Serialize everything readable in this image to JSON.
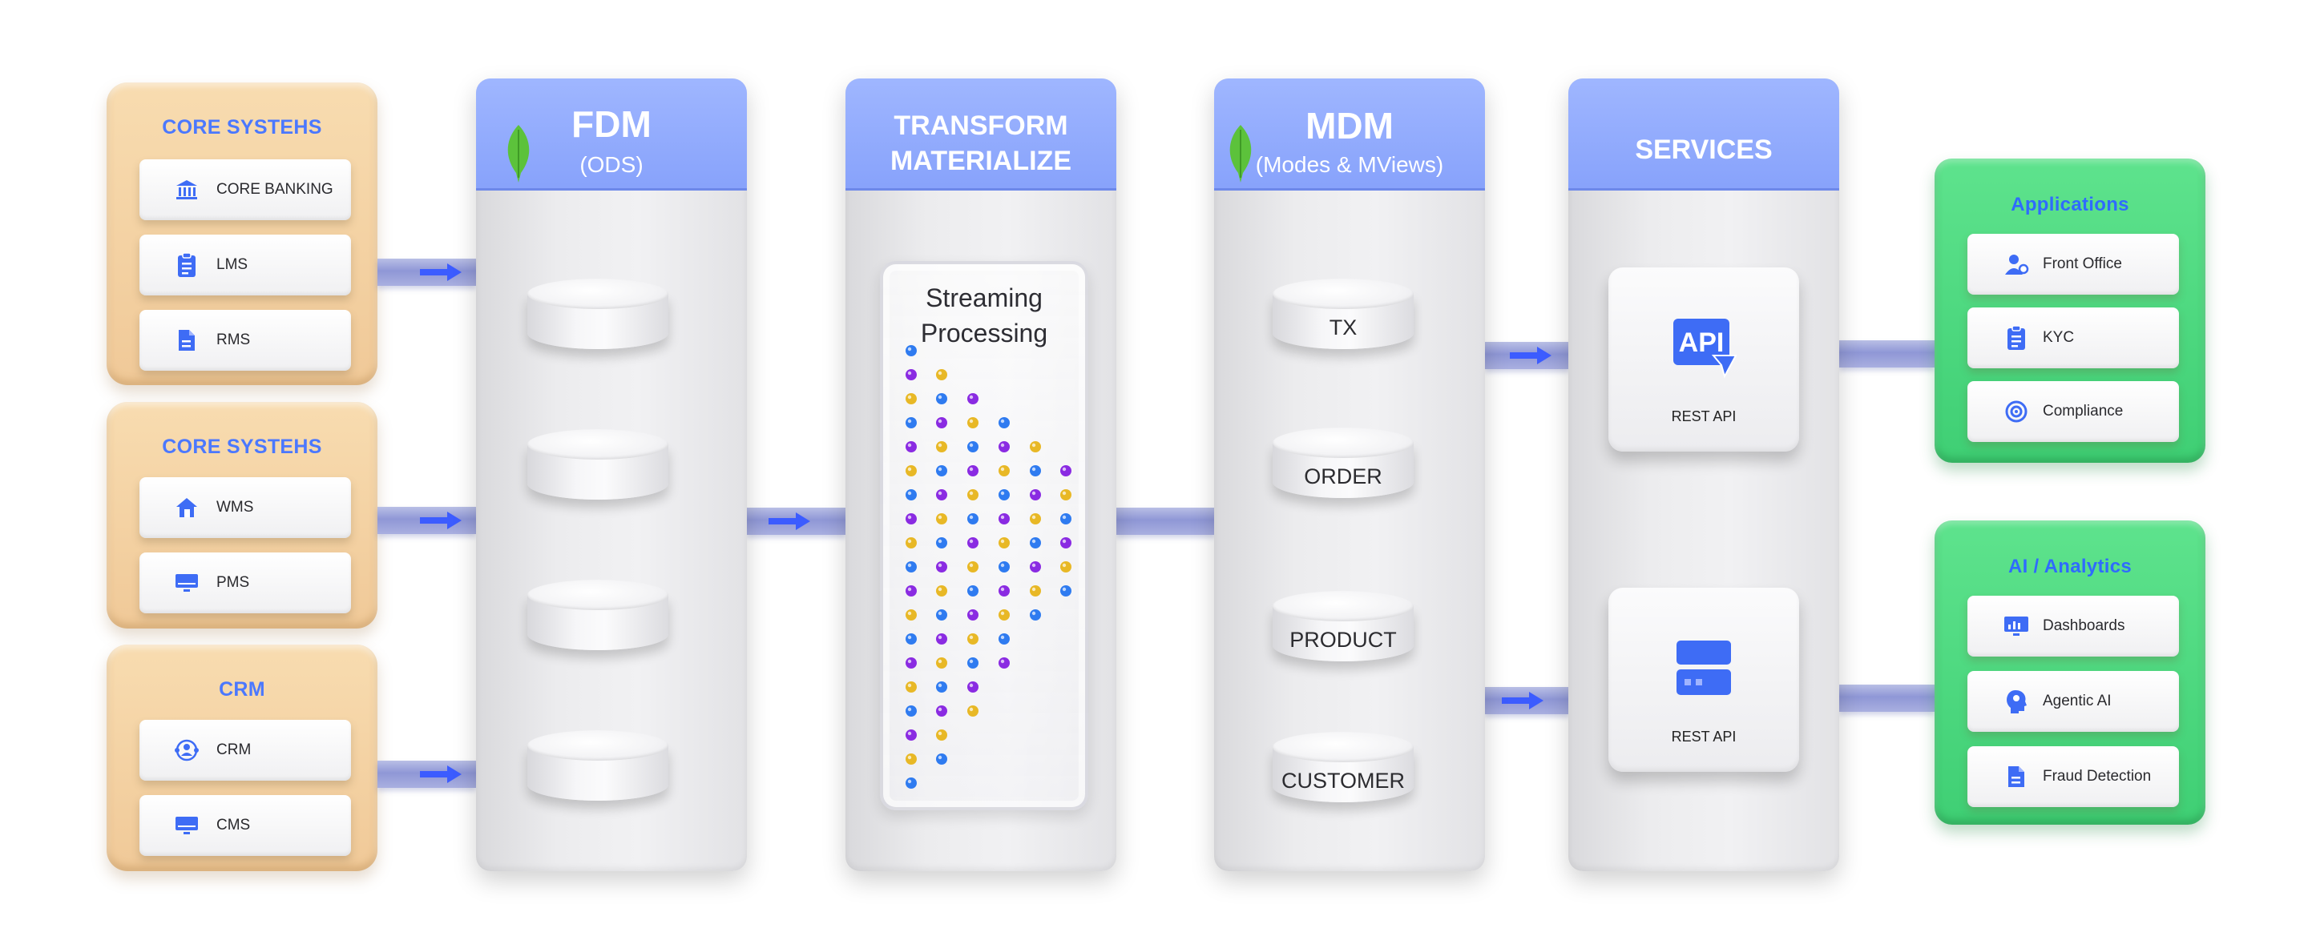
{
  "sources": [
    {
      "title": "CORE SYSTEHS",
      "items": [
        {
          "label": "CORE BANKING",
          "icon": "bank-icon"
        },
        {
          "label": "LMS",
          "icon": "clipboard-icon"
        },
        {
          "label": "RMS",
          "icon": "document-icon"
        }
      ]
    },
    {
      "title": "CORE SYSTEHS",
      "items": [
        {
          "label": "WMS",
          "icon": "home-icon"
        },
        {
          "label": "PMS",
          "icon": "monitor-icon"
        }
      ]
    },
    {
      "title": "CRM",
      "items": [
        {
          "label": "CRM",
          "icon": "user-network-icon"
        },
        {
          "label": "CMS",
          "icon": "monitor-icon"
        }
      ]
    }
  ],
  "fdm": {
    "title": "FDM",
    "subtitle": "(ODS)"
  },
  "transform": {
    "title_line1": "TRANSFORM",
    "title_line2": "MATERIALIZE",
    "stream_line1": "Streaming",
    "stream_line2": "Processing"
  },
  "mdm": {
    "title": "MDM",
    "subtitle": "(Modes & MViews)",
    "entities": [
      "TX",
      "ORDER",
      "PRODUCT",
      "CUSTOMER"
    ]
  },
  "services": {
    "title": "SERVICES",
    "cards": [
      {
        "label": "REST API",
        "icon": "api-icon",
        "icon_text": "API"
      },
      {
        "label": "REST API",
        "icon": "server-icon"
      }
    ]
  },
  "outputs": [
    {
      "title": "Applications",
      "items": [
        {
          "label": "Front Office",
          "icon": "user-gear-icon"
        },
        {
          "label": "KYC",
          "icon": "clipboard-icon"
        },
        {
          "label": "Compliance",
          "icon": "target-icon"
        }
      ]
    },
    {
      "title": "AI / Analytics",
      "items": [
        {
          "label": "Dashboards",
          "icon": "chart-screen-icon"
        },
        {
          "label": "Agentic AI",
          "icon": "brain-head-icon"
        },
        {
          "label": "Fraud Detection",
          "icon": "document-icon"
        }
      ]
    }
  ],
  "colors": {
    "accent_blue": "#4b78ff",
    "header_blue": "#8fa8fc",
    "source_orange": "#f3d0a3",
    "output_green": "#4fd882",
    "leaf_green": "#5cc23b",
    "dot_blue": "#2f7bf0",
    "dot_purple": "#8a2be2",
    "dot_yellow": "#e8b826"
  }
}
